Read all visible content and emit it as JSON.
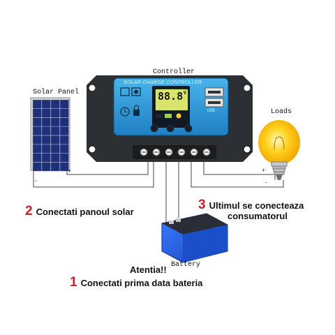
{
  "controller": {
    "label": "Controller",
    "panel_title": "SOLAR CHARGE CONTROLLER",
    "lcd_value": "88.8",
    "lcd_unit": "V",
    "usb_label": "USB"
  },
  "solar_panel": {
    "label": "Solar Panel"
  },
  "loads": {
    "label": "Loads"
  },
  "battery": {
    "label": "Battery"
  },
  "steps": {
    "step2": {
      "num": "2",
      "text": "Conectati panoul solar"
    },
    "step3": {
      "num": "3",
      "line1": "Ultimul se conecteaza",
      "line2": "consumatorul"
    },
    "attention": "Atentia!!",
    "step1": {
      "num": "1",
      "text": "Conectati prima data bateria"
    }
  },
  "wire_signs": {
    "minus": "-",
    "plus": "+"
  },
  "colors": {
    "controller_body": "#2d3033",
    "panel_blue": "#2f9fdc",
    "solar_cell": "#1f2f78",
    "battery_blue": "#1e5fe0",
    "bulb_yellow": "#ffd21f",
    "step_number_red": "#d0202a"
  }
}
